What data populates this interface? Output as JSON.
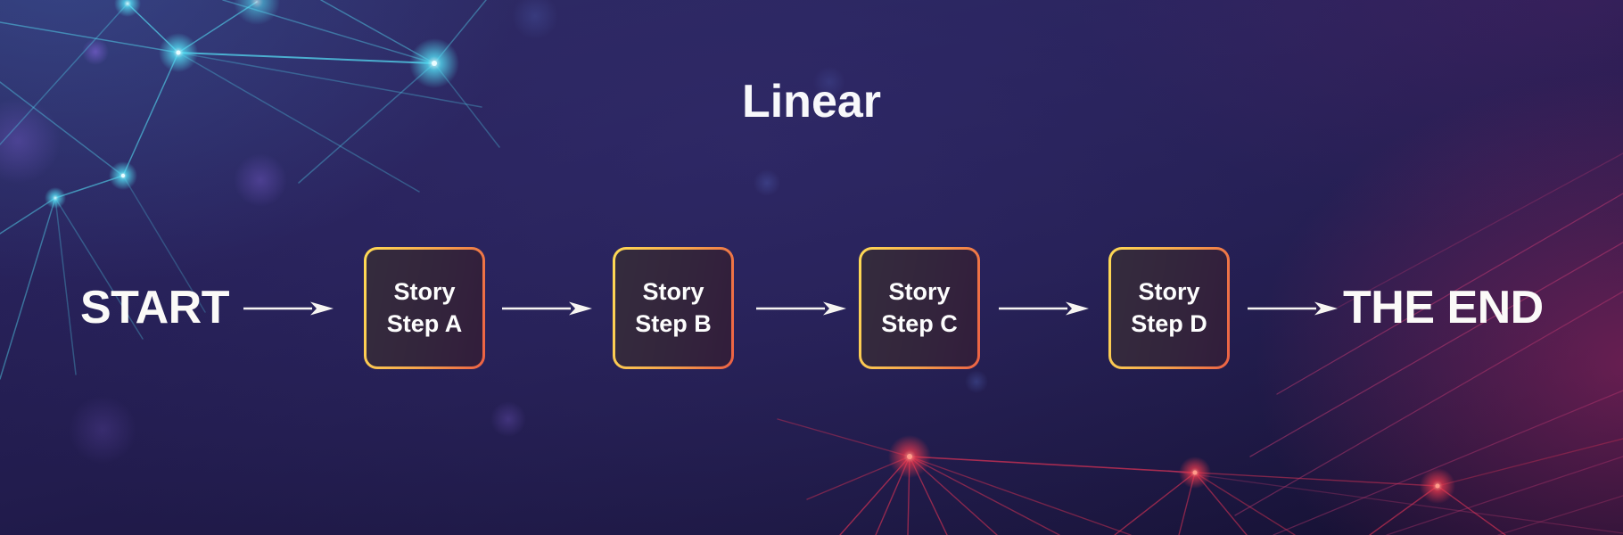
{
  "title": "Linear",
  "flow": {
    "start_label": "START",
    "end_label": "THE END",
    "steps": [
      {
        "id": "step-a",
        "line1": "Story",
        "line2": "Step A"
      },
      {
        "id": "step-b",
        "line1": "Story",
        "line2": "Step B"
      },
      {
        "id": "step-c",
        "line1": "Story",
        "line2": "Step C"
      },
      {
        "id": "step-d",
        "line1": "Story",
        "line2": "Step D"
      }
    ]
  },
  "icons": {
    "arrow": "arrow-right-icon",
    "background": "network-constellation-decoration"
  },
  "colors": {
    "background_base": "#221c4e",
    "background_dark": "#151031",
    "box_border_gradient_start": "#ffdb55",
    "box_border_gradient_end": "#ec6044",
    "text": "#ffffff",
    "accent_cyan": "#54d8f0",
    "accent_red": "#e23355",
    "accent_magenta": "#d22a6a"
  }
}
